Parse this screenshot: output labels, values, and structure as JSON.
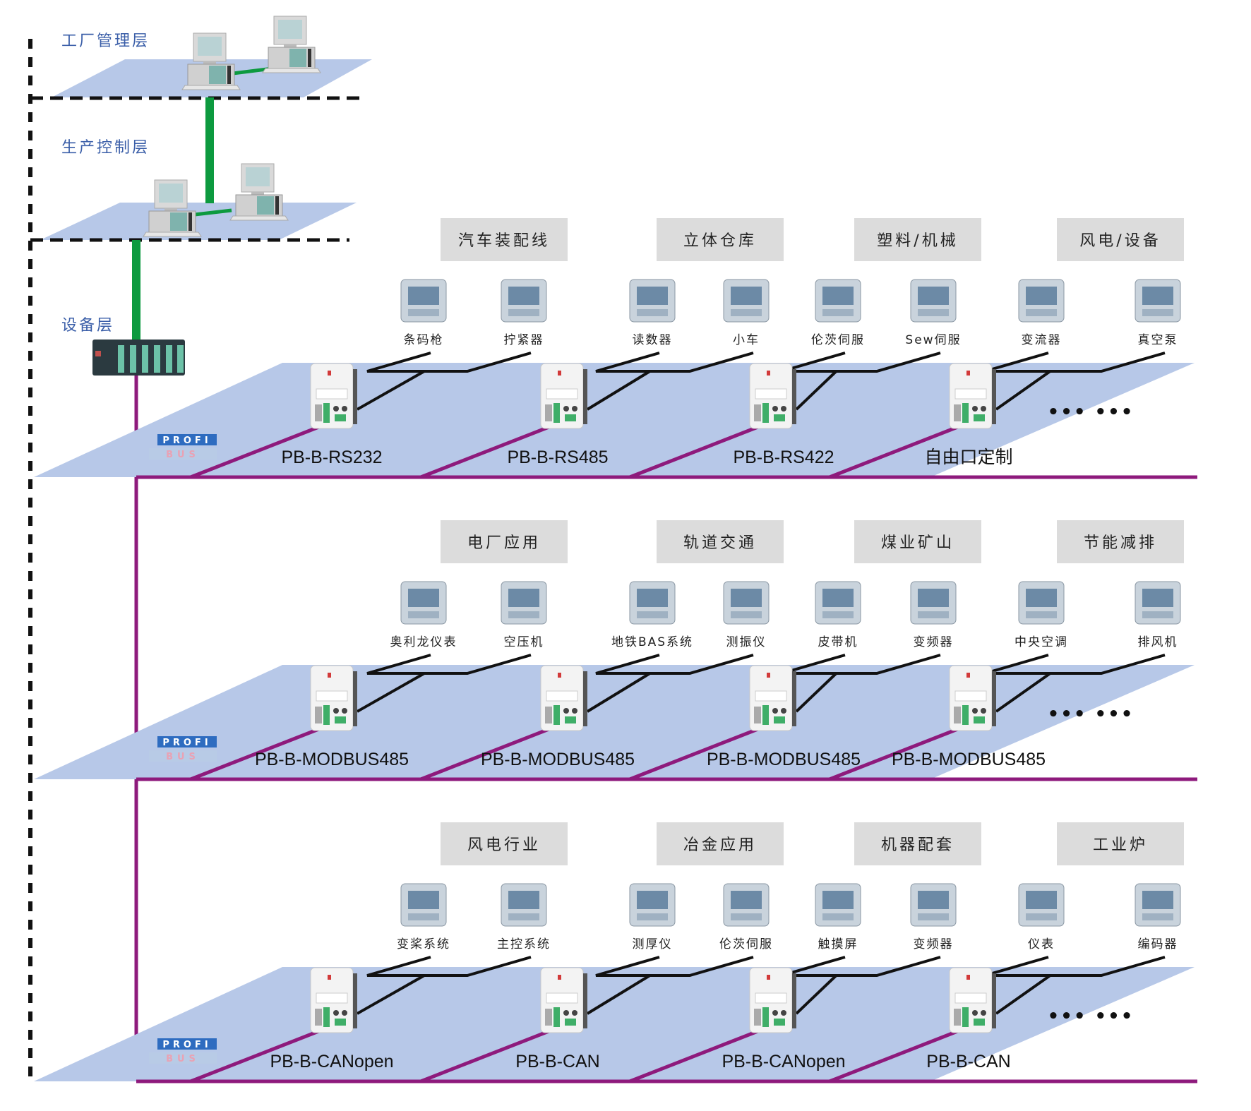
{
  "colors": {
    "layer_label": "#3a5ea8",
    "plane": "#b7c8e8",
    "ethernet": "#0d9a3f",
    "profibus": "#8e1a7c",
    "device_link": "#111111",
    "category_box": "#dcdcdc"
  },
  "layers": [
    {
      "label": "工厂管理层"
    },
    {
      "label": "生产控制层"
    },
    {
      "label": "设备层"
    }
  ],
  "plc": {
    "icon": "plc-rack-icon"
  },
  "profibus_logo": {
    "top": "PROFI",
    "bottom": "BUS"
  },
  "rows": [
    {
      "categories": [
        "汽车装配线",
        "立体仓库",
        "塑料/机械",
        "风电/设备"
      ],
      "devices": [
        "条码枪",
        "拧紧器",
        "读数器",
        "小车",
        "伦茨伺服",
        "Sew伺服",
        "变流器",
        "真空泵"
      ],
      "device_icons": [
        "barcode-scanner-icon",
        "drill-icon",
        "reader-icon",
        "forklift-icon",
        "servo-drive-icon",
        "servo-motor-icon",
        "converter-cabinet-icon",
        "vacuum-pump-icon"
      ],
      "modules": [
        "PB-B-RS232",
        "PB-B-RS485",
        "PB-B-RS422",
        "自由口定制"
      ],
      "ellipsis": "••• •••"
    },
    {
      "categories": [
        "电厂应用",
        "轨道交通",
        "煤业矿山",
        "节能减排"
      ],
      "devices": [
        "奥利龙仪表",
        "空压机",
        "地铁BAS系统",
        "测振仪",
        "皮带机",
        "变频器",
        "中央空调",
        "排风机"
      ],
      "device_icons": [
        "meter-icon",
        "air-compressor-icon",
        "subway-icon",
        "vibration-meter-icon",
        "belt-conveyor-icon",
        "inverter-cabinet-icon",
        "central-ac-icon",
        "exhaust-fan-icon"
      ],
      "modules": [
        "PB-B-MODBUS485",
        "PB-B-MODBUS485",
        "PB-B-MODBUS485",
        "PB-B-MODBUS485"
      ],
      "ellipsis": "••• •••"
    },
    {
      "categories": [
        "风电行业",
        "冶金应用",
        "机器配套",
        "工业炉"
      ],
      "devices": [
        "变桨系统",
        "主控系统",
        "测厚仪",
        "伦茨伺服",
        "触摸屏",
        "变频器",
        "仪表",
        "编码器"
      ],
      "device_icons": [
        "wind-turbine-icon",
        "control-room-icon",
        "thickness-gauge-icon",
        "servo-drive-icon",
        "touchscreen-icon",
        "inverter-icon",
        "flowmeter-icon",
        "encoder-icon"
      ],
      "modules": [
        "PB-B-CANopen",
        "PB-B-CAN",
        "PB-B-CANopen",
        "PB-B-CAN"
      ],
      "ellipsis": "••• •••"
    }
  ]
}
